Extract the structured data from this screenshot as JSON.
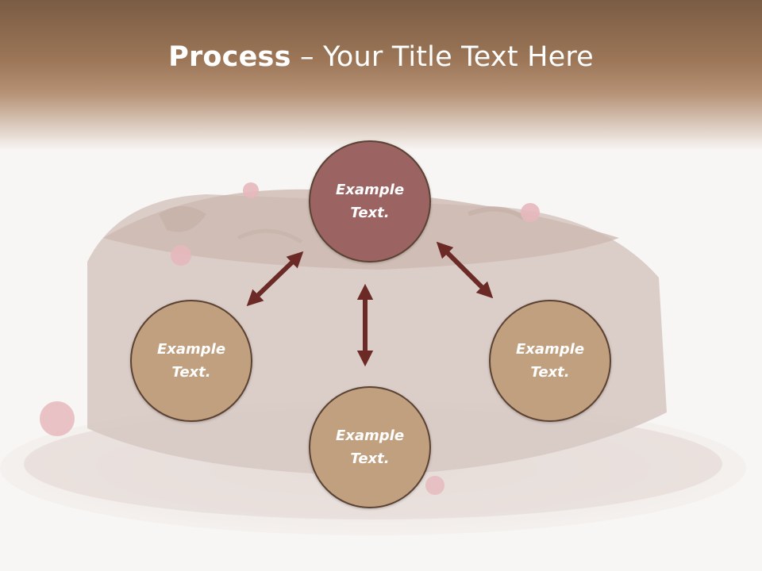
{
  "slide": {
    "title_bold": "Process",
    "title_rest": " – Your Title Text Here"
  },
  "nodes": {
    "top": "Example Text.",
    "left": "Example Text.",
    "right": "Example Text.",
    "bottom": "Example Text."
  },
  "colors": {
    "header": "#9c7657",
    "top_node": "#9b6462",
    "other_nodes": "#c0a07f",
    "node_border": "#5b4233",
    "arrows": "#6b2a26"
  }
}
